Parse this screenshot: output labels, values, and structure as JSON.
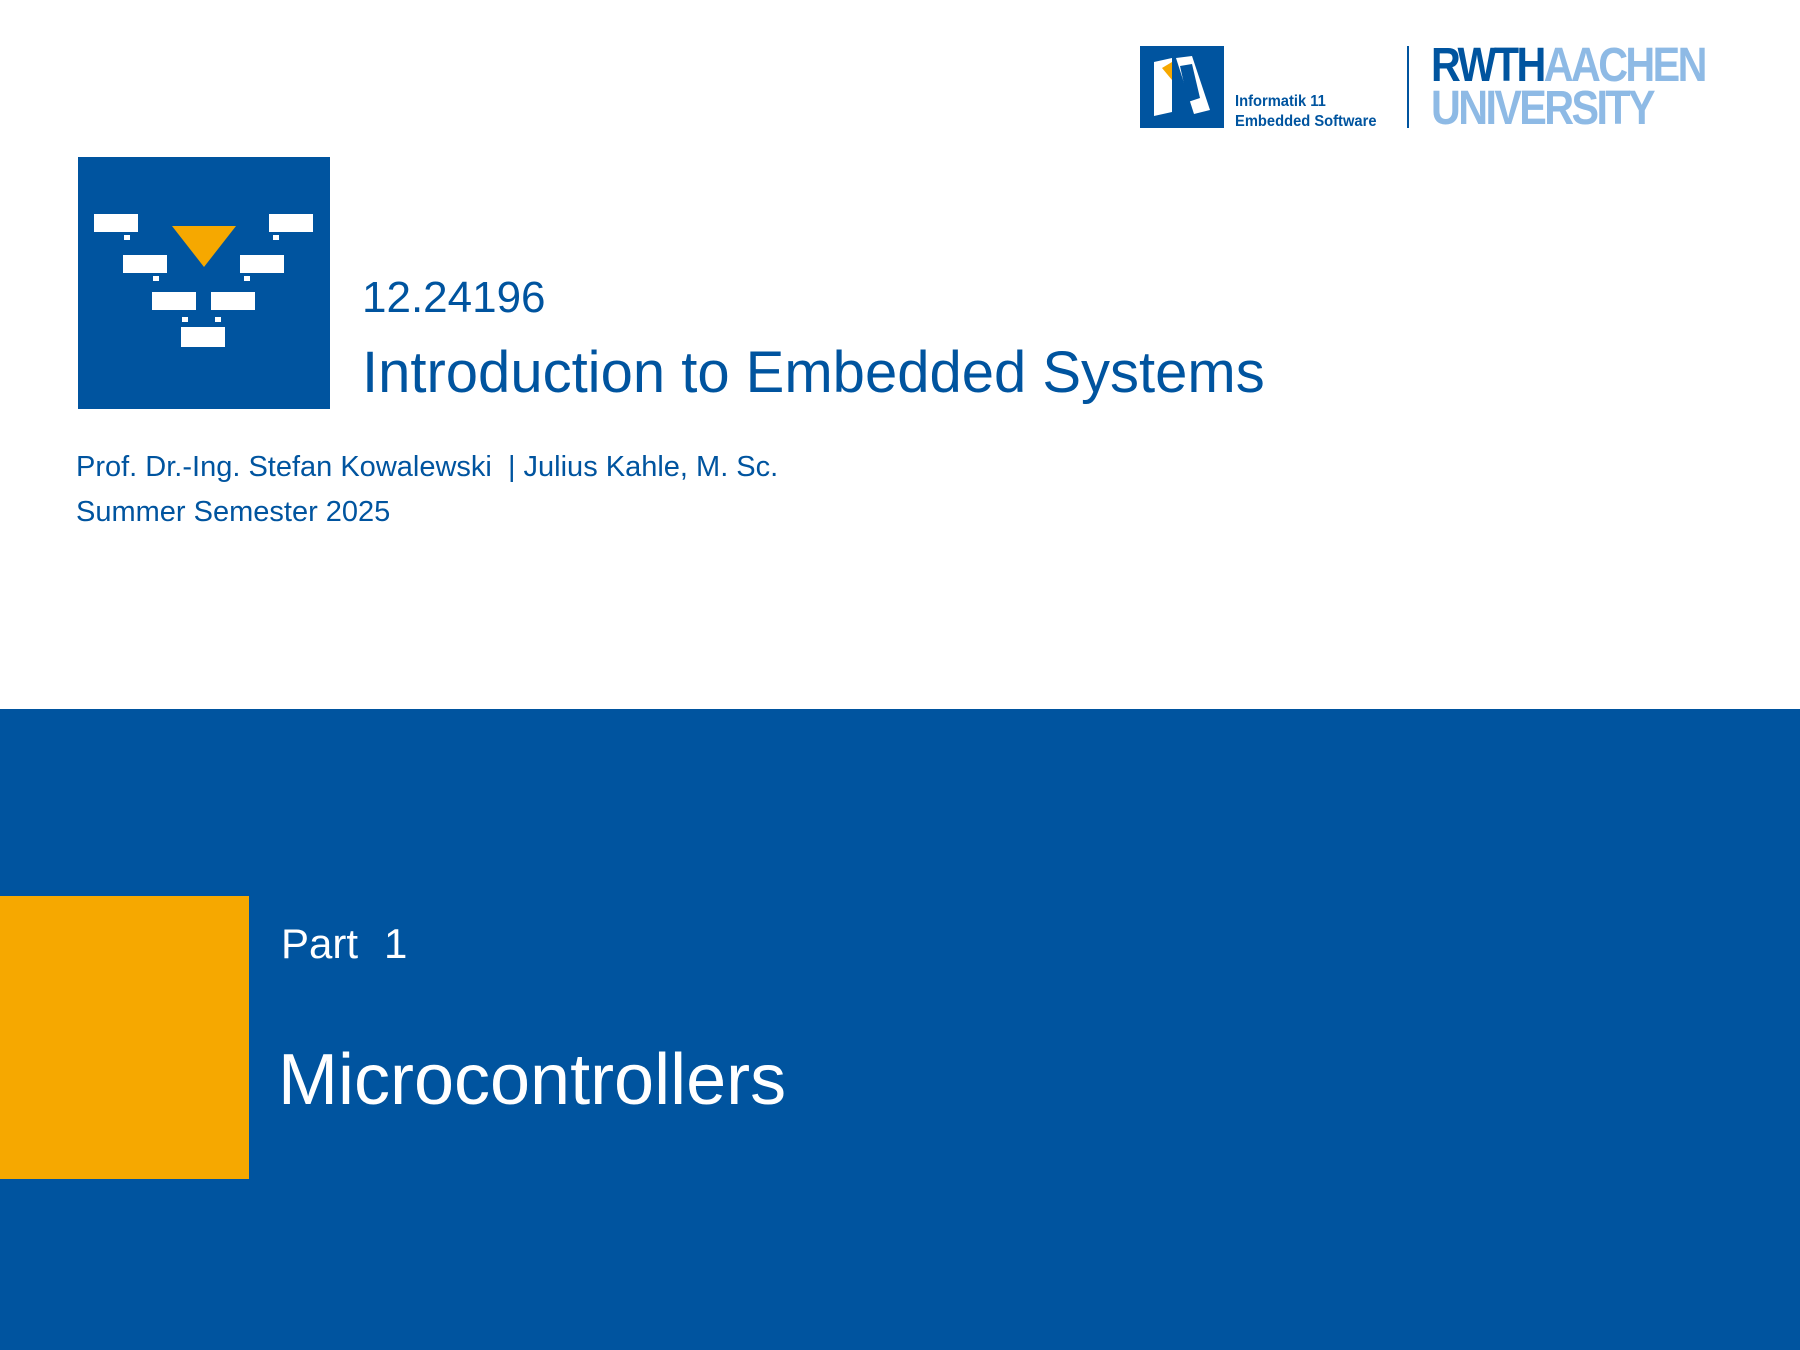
{
  "header": {
    "institute_lines": [
      "Informatik 11",
      "Embedded Software"
    ],
    "university_line1_dark": "RWTH",
    "university_line1_light": "AACHEN",
    "university_line2": "UNIVERSITY"
  },
  "course": {
    "number": "12.24196",
    "title": "Introduction to Embedded Systems",
    "authors": "Prof. Dr.-Ing. Stefan Kowalewski  | Julius Kahle, M. Sc.",
    "semester": "Summer Semester 2025"
  },
  "section": {
    "part_label": "Part",
    "part_number": "1",
    "title": "Microcontrollers"
  },
  "colors": {
    "rwth_blue": "#00549f",
    "rwth_light_blue": "#8ebae5",
    "accent_orange": "#f6a800",
    "background": "#ffffff"
  },
  "icons": {
    "institute_logo": "informatik-11-logo-icon",
    "course_logo": "v-model-logo-icon"
  }
}
